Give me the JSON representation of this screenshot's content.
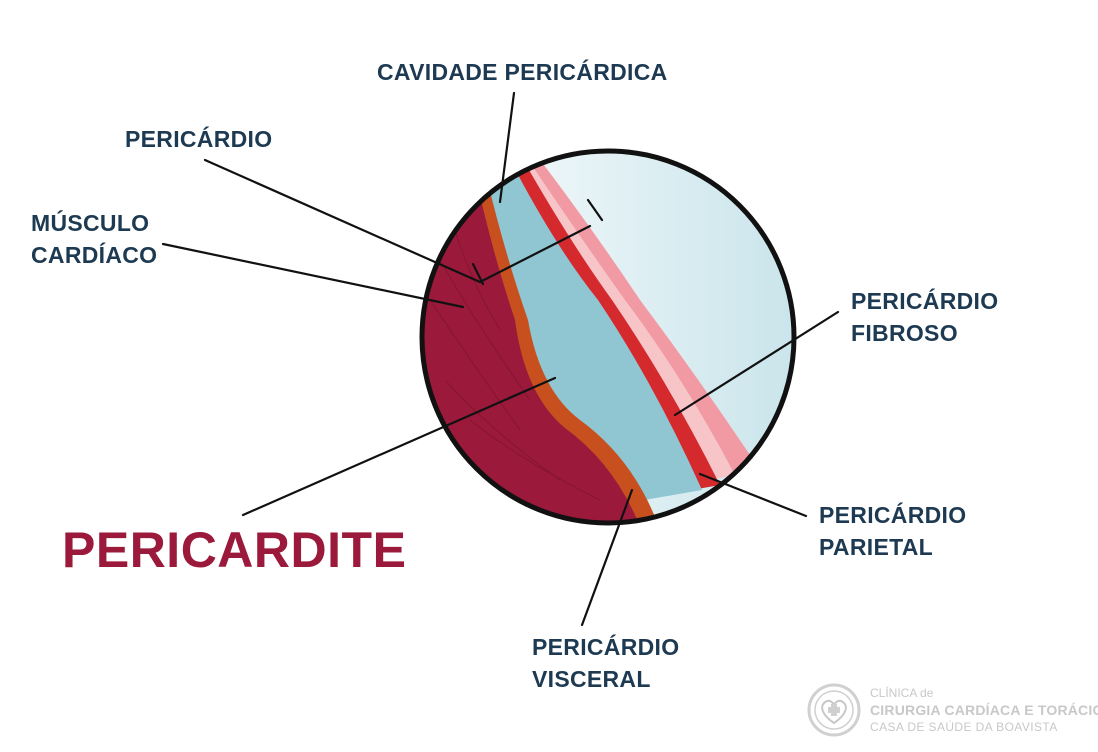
{
  "title": {
    "text": "PERICARDITE",
    "color": "#9b1a3b"
  },
  "labels": {
    "cavidade": "CAVIDADE PERICÁRDICA",
    "pericardio": "PERICÁRDIO",
    "musculo_line1": "MÚSCULO",
    "musculo_line2": "CARDÍACO",
    "fibroso_line1": "PERICÁRDIO",
    "fibroso_line2": "FIBROSO",
    "parietal_line1": "PERICÁRDIO",
    "parietal_line2": "PARIETAL",
    "visceral_line1": "PERICÁRDIO",
    "visceral_line2": "VISCERAL"
  },
  "logo": {
    "line1": "CLÍNICA de",
    "line2": "CIRURGIA CARDÍACA E TORÁCICA",
    "line3": "CASA DE SAÚDE DA BOAVISTA",
    "color": "#c8c8c8"
  },
  "colors": {
    "label_text": "#1d3a52",
    "muscle": "#9b1a3b",
    "visceral_layer": "#c8501f",
    "cavity": "#8fc6d2",
    "parietal_layer": "#d42a2e",
    "fibrous_inner": "#f4b6bc",
    "fibrous_outer": "#f29aa3",
    "background_tissue": "#d9edf2",
    "outline": "#111111"
  }
}
